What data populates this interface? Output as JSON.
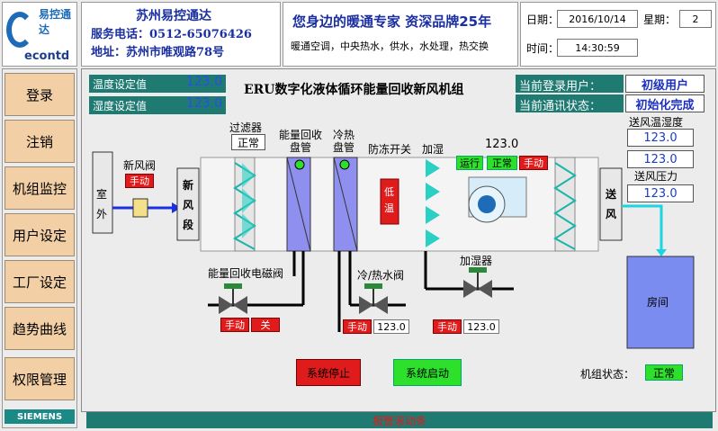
{
  "brand": {
    "logo_text": "易控通达",
    "logo_sub": "econtd",
    "company_name": "苏州易控通达",
    "phone": "服务电话：0512-65076426",
    "address": "地址：苏州市唯观路78号",
    "slogan": "您身边的暖通专家  资深品牌25年",
    "services": "暖通空调，中央热水，供水，水处理，热交换"
  },
  "datetime": {
    "date_label": "日期：",
    "date_value": "2016/10/14",
    "week_label": "星期：",
    "week_value": "2",
    "time_label": "时间：",
    "time_value": "14:30:59"
  },
  "nav": {
    "items": [
      "登录",
      "注销",
      "机组监控",
      "用户设定",
      "工厂设定",
      "趋势曲线",
      "权限管理"
    ],
    "footer_brand": "SIEMENS"
  },
  "setpoints": {
    "temp_label": "温度设定值",
    "temp_value": "123.0",
    "hum_label": "湿度设定值",
    "hum_value": "123.0"
  },
  "title": "ERU数字化液体循环能量回收新风机组",
  "login": {
    "user_label": "当前登录用户：",
    "user_value": "初级用户",
    "comm_label": "当前通讯状态：",
    "comm_value": "初始化完成"
  },
  "supply": {
    "label": "送风温湿度",
    "temp_value": "123.0",
    "hum_value": "123.0",
    "pressure_label": "送风压力",
    "pressure_value": "123.0"
  },
  "diagram": {
    "outdoor": "室外",
    "fresh_air_valve": "新风阀",
    "fresh_air_valve_mode": "手动",
    "fresh_air_section": "新风段",
    "filter_label": "过滤器",
    "filter_status": "正常",
    "recovery_coil": "能量回收盘管",
    "heat_cool_coil": "冷热盘管",
    "antifreeze": "防冻开关",
    "antifreeze_text": "低温",
    "humidify": "加湿",
    "fan_value": "123.0",
    "fan_running": "运行",
    "fan_status": "正常",
    "fan_mode": "手动",
    "supply_air": "送风",
    "room": "房间",
    "recovery_valve": "能量回收电磁阀",
    "recovery_valve_mode": "手动",
    "recovery_valve_state": "关",
    "water_valve": "冷/热水阀",
    "water_valve_mode": "手动",
    "water_valve_value": "123.0",
    "humidifier": "加湿器",
    "humidifier_mode": "手动",
    "humidifier_value": "123.0"
  },
  "controls": {
    "stop": "系统停止",
    "start": "系统启动",
    "unit_status_label": "机组状态：",
    "unit_status_value": "正常"
  },
  "alarm": "报警滚动条"
}
